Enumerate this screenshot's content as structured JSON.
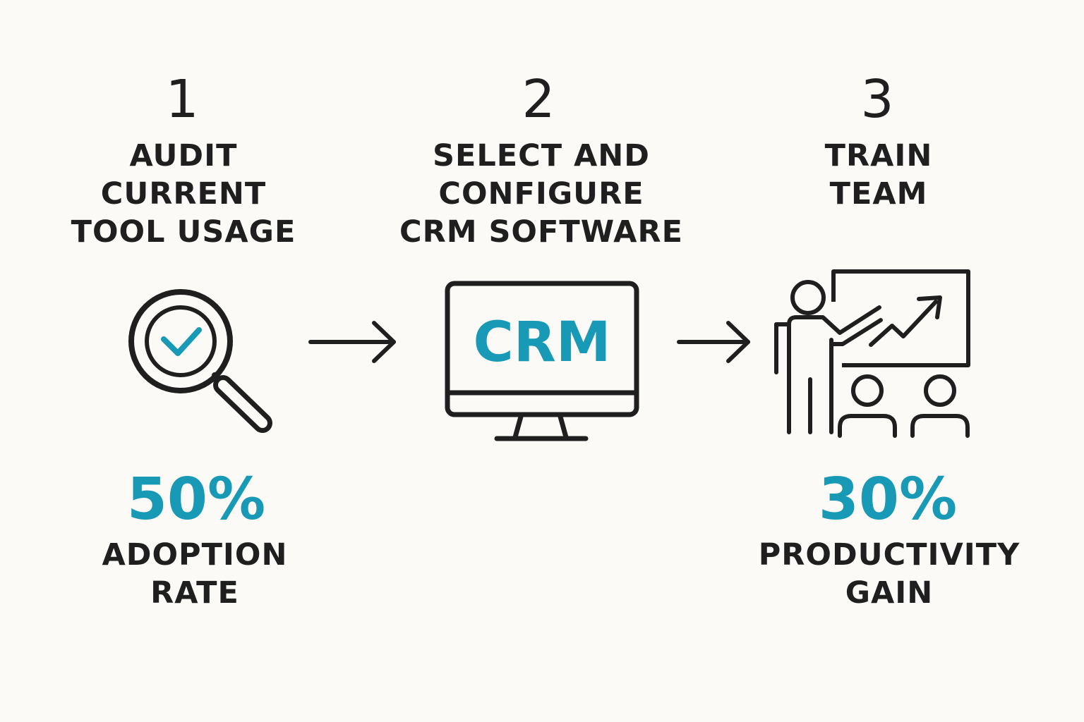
{
  "steps": [
    {
      "number": "1",
      "title": "AUDIT\nCURRENT\nTOOL USAGE",
      "metric": {
        "value": "50%",
        "label": "ADOPTION\nRATE"
      }
    },
    {
      "number": "2",
      "title": "SELECT AND\nCONFIGURE\nCRM SOFTWARE",
      "screen_text": "CRM"
    },
    {
      "number": "3",
      "title": "TRAIN\nTEAM",
      "metric": {
        "value": "30%",
        "label": "PRODUCTIVITY\nGAIN"
      }
    }
  ],
  "icons": {
    "step1": "magnifying-glass-check-icon",
    "step2": "computer-monitor-icon",
    "step3": "presenter-training-icon",
    "arrow": "right-arrow-icon"
  },
  "colors": {
    "background": "#fbfaf6",
    "text": "#1f1f1f",
    "accent": "#1899b5"
  }
}
